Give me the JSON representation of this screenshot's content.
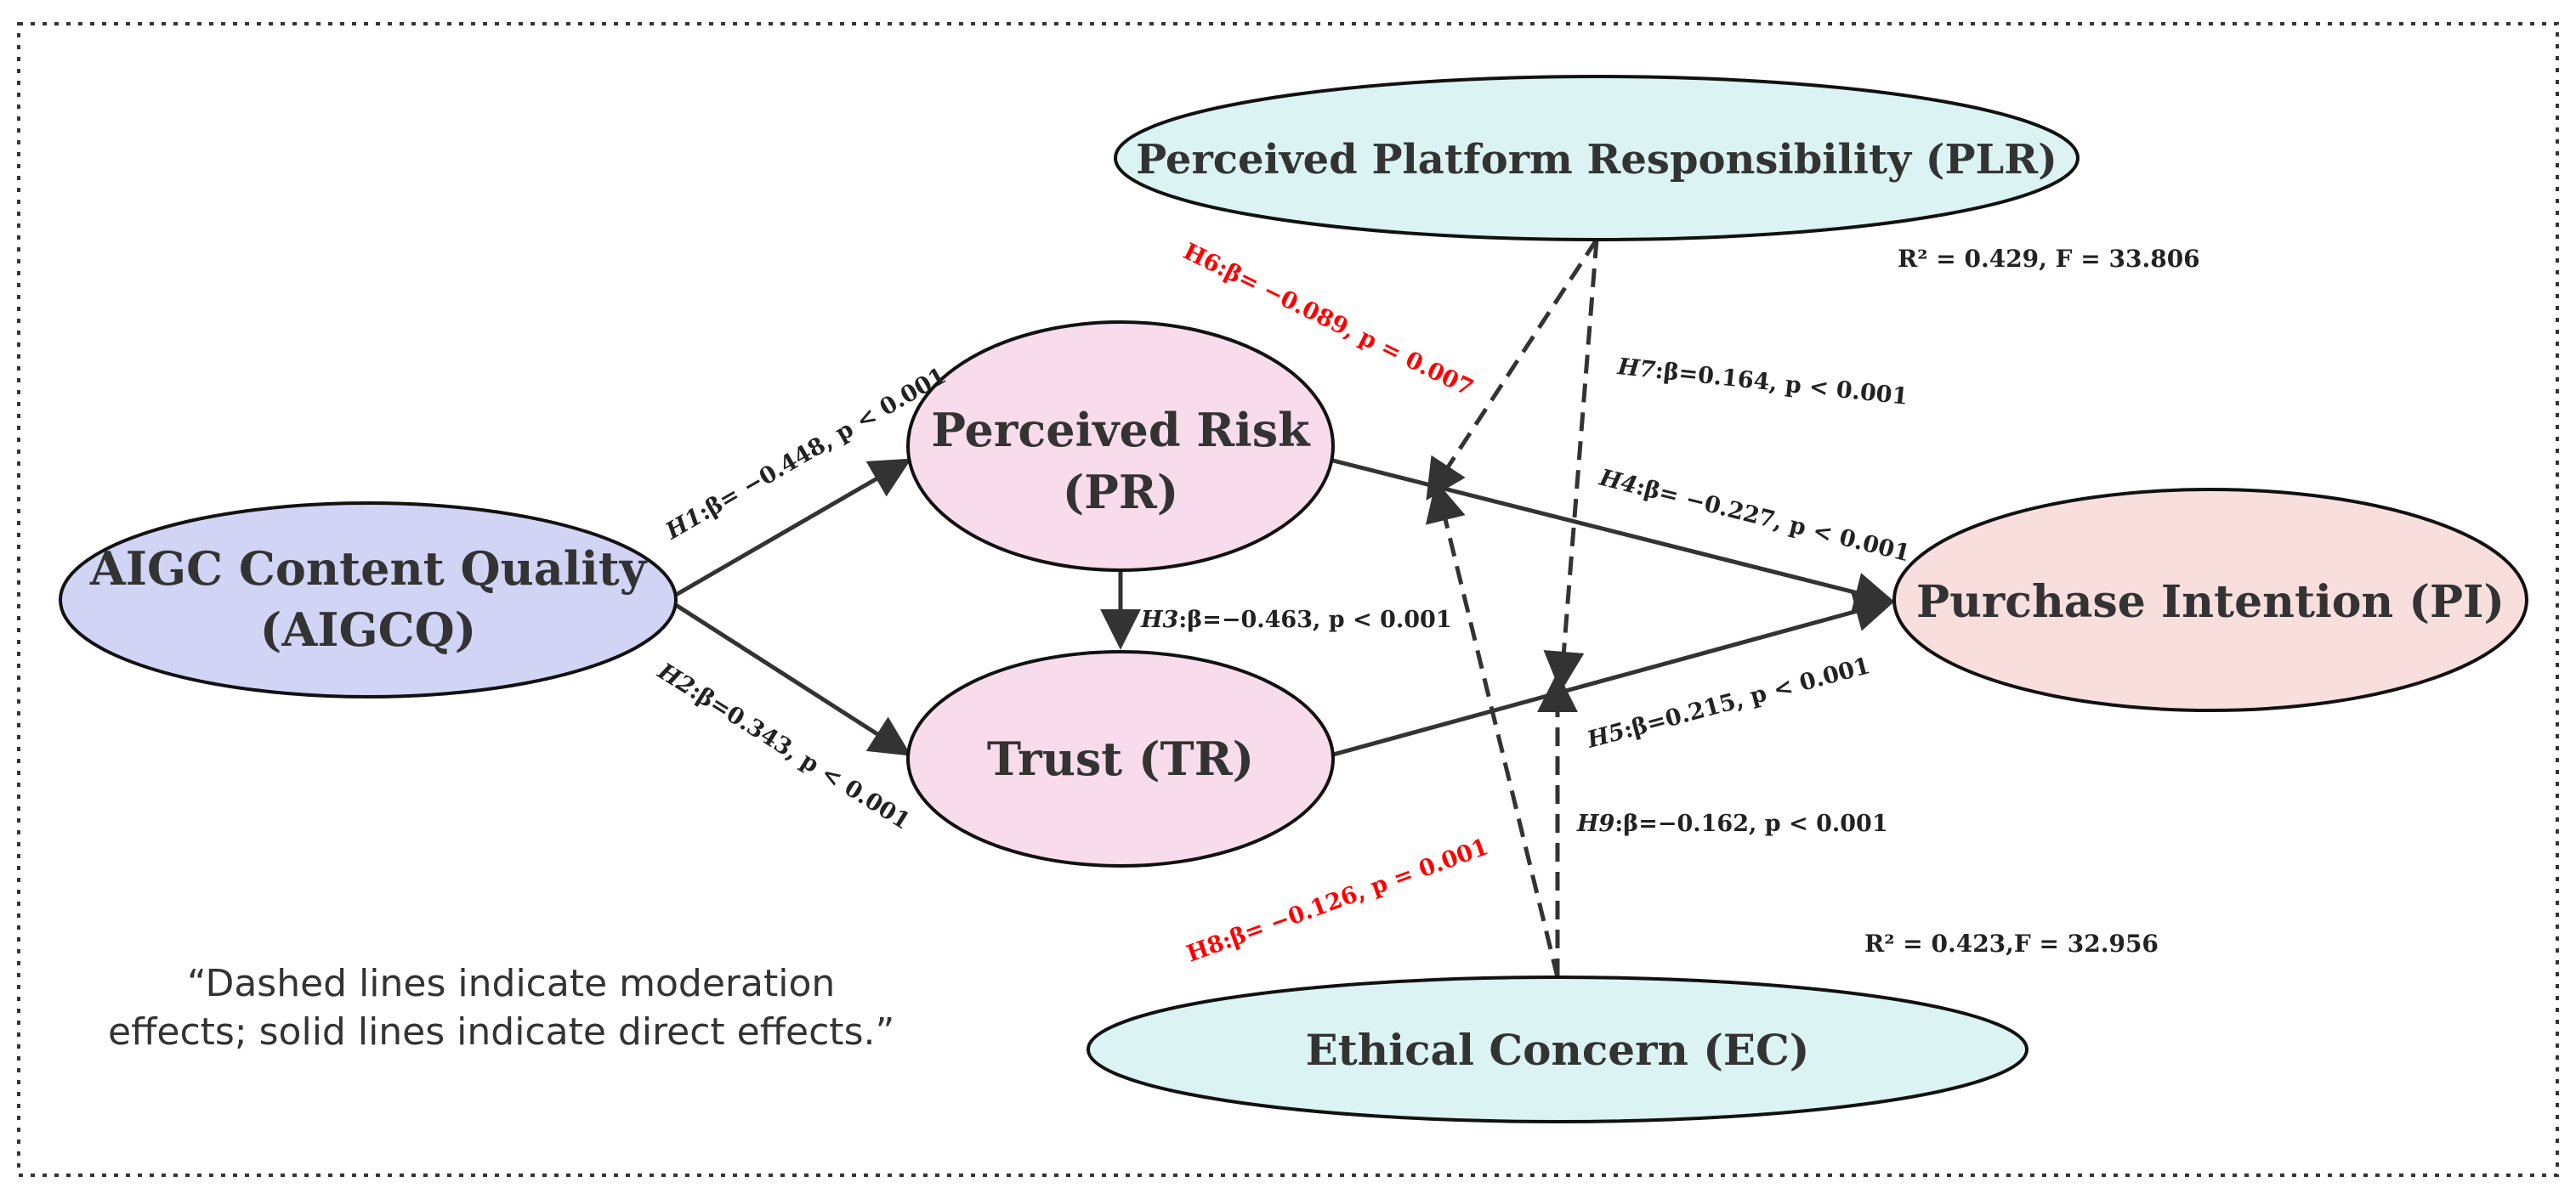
{
  "nodes": {
    "aigcq": {
      "line1": "AIGC Content Quality",
      "line2": "(AIGCQ)",
      "fill": "#d1d4f5"
    },
    "pr": {
      "line1": "Perceived Risk",
      "line2": "(PR)",
      "fill": "#f8dcec"
    },
    "tr": {
      "label": "Trust (TR)",
      "fill": "#f8dcec"
    },
    "pi": {
      "label": "Purchase Intention (PI)",
      "fill": "#f9dede"
    },
    "plr": {
      "label": "Perceived Platform Responsibility (PLR)",
      "fill": "#dbf4f3"
    },
    "ec": {
      "label": "Ethical Concern (EC)",
      "fill": "#dbf4f3"
    }
  },
  "paths": {
    "h1": {
      "id": "H1",
      "text": ":β= −0.448, p < 0.001"
    },
    "h2": {
      "id": "H2",
      "text": ":β=0.343, p < 0.001"
    },
    "h3": {
      "id": "H3",
      "text": ":β=−0.463, p < 0.001"
    },
    "h4": {
      "id": "H4",
      "text": ":β= −0.227, p < 0.001"
    },
    "h5": {
      "id": "H5",
      "text": ":β=0.215,  p < 0.001"
    },
    "h6": {
      "text": "H6:β= −0.089, p = 0.007"
    },
    "h7": {
      "id": "H7",
      "text": ":β=0.164, p < 0.001"
    },
    "h8": {
      "text": "H8:β= −0.126,  p = 0.001"
    },
    "h9": {
      "id": "H9",
      "text": ":β=−0.162, p < 0.001"
    }
  },
  "stats": {
    "plr_model": "R² = 0.429, F = 33.806",
    "ec_model": "R² = 0.423,F = 32.956"
  },
  "note": {
    "line1": "“Dashed lines indicate moderation",
    "line2": "effects; solid lines indicate direct effects.”"
  },
  "colors": {
    "significant_label": "#ff0000",
    "arrow": "#333333",
    "node_stroke": "#111111",
    "frame": "#333333"
  }
}
